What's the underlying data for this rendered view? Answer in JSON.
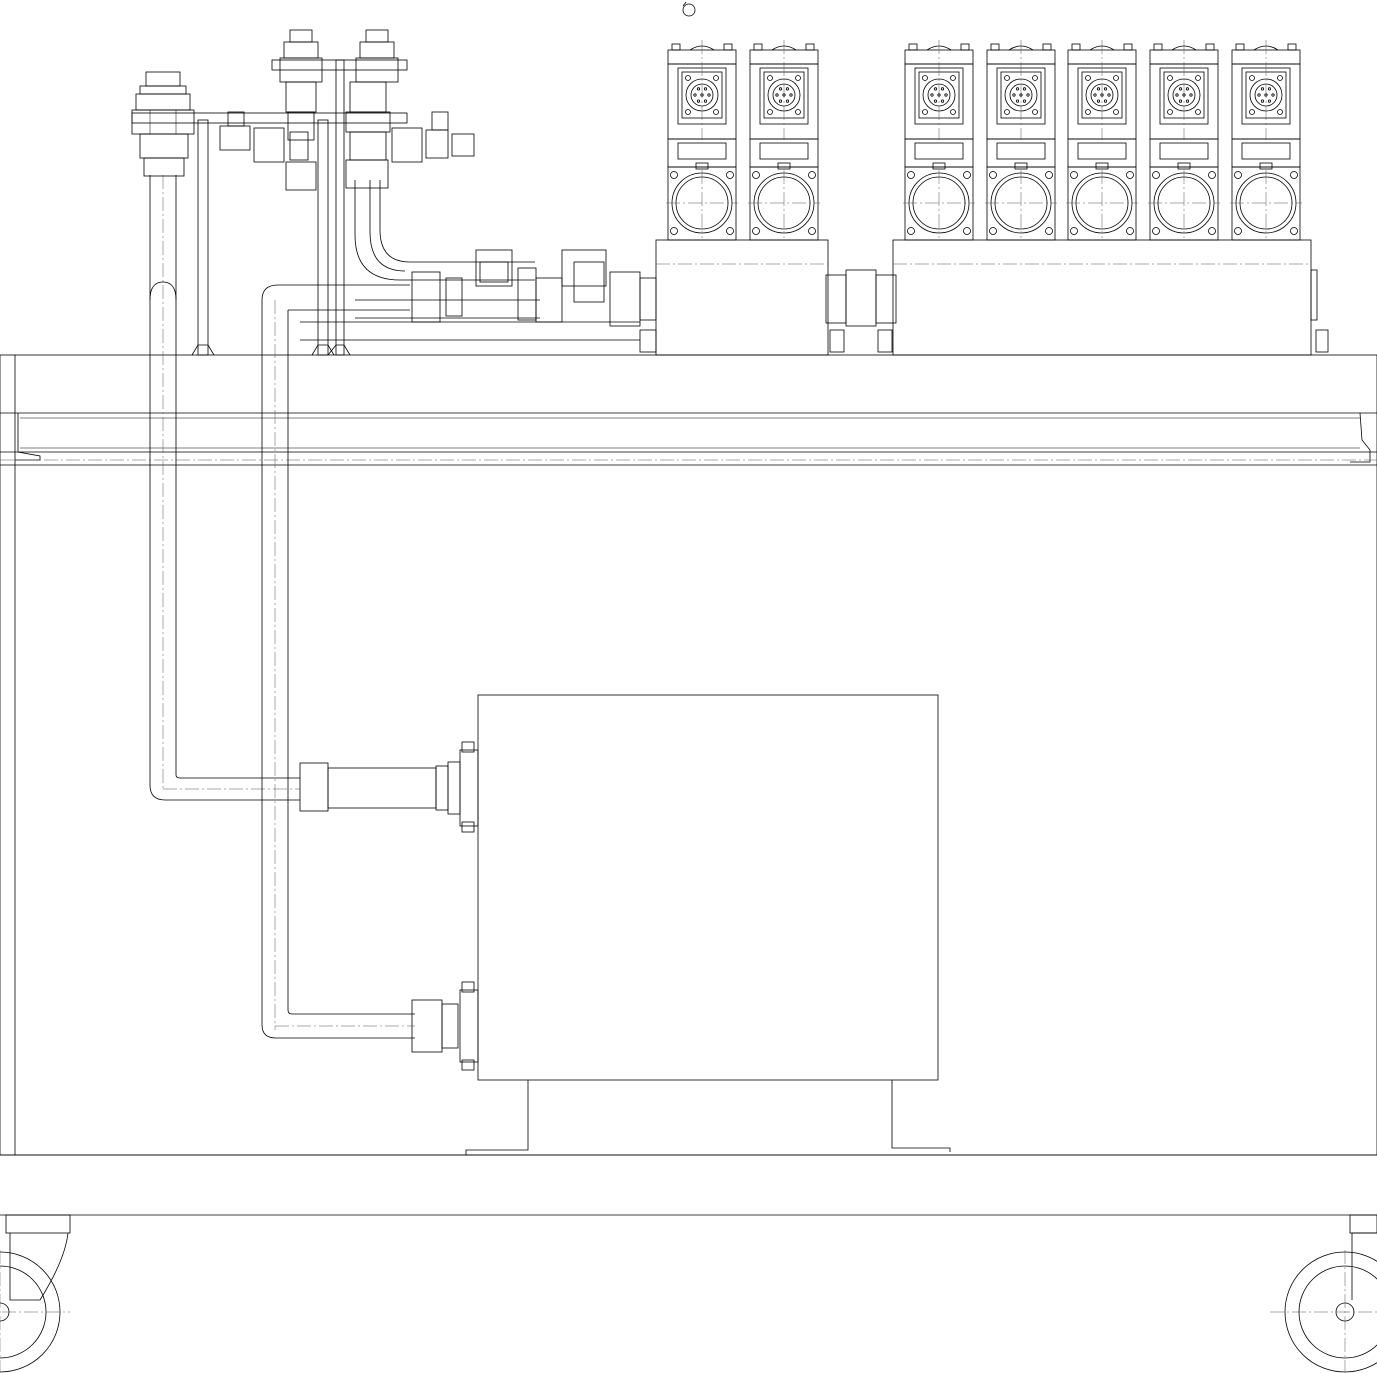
{
  "drawing": {
    "kind": "technical-line-drawing",
    "view": "side-elevation",
    "line_color": "#000000",
    "background": "#ffffff",
    "components": {
      "solenoid_valves": 7,
      "left_manifold_valves": 2,
      "right_manifold_valves": 5,
      "casters": 2,
      "vertical_pipes": 2,
      "tank": 1
    }
  }
}
